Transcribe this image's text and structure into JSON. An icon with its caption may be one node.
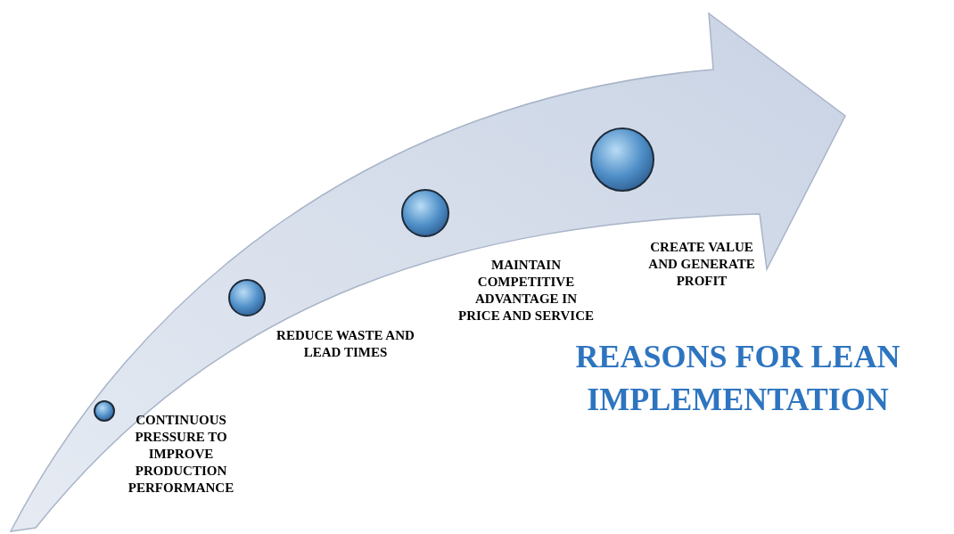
{
  "diagram": {
    "title": "REASONS FOR LEAN IMPLEMENTATION",
    "labels": [
      "CONTINUOUS PRESSURE TO IMPROVE PRODUCTION PERFORMANCE",
      "REDUCE WASTE AND LEAD TIMES",
      "MAINTAIN COMPETITIVE ADVANTAGE IN PRICE AND SERVICE",
      "CREATE VALUE AND GENERATE PROFIT"
    ]
  }
}
